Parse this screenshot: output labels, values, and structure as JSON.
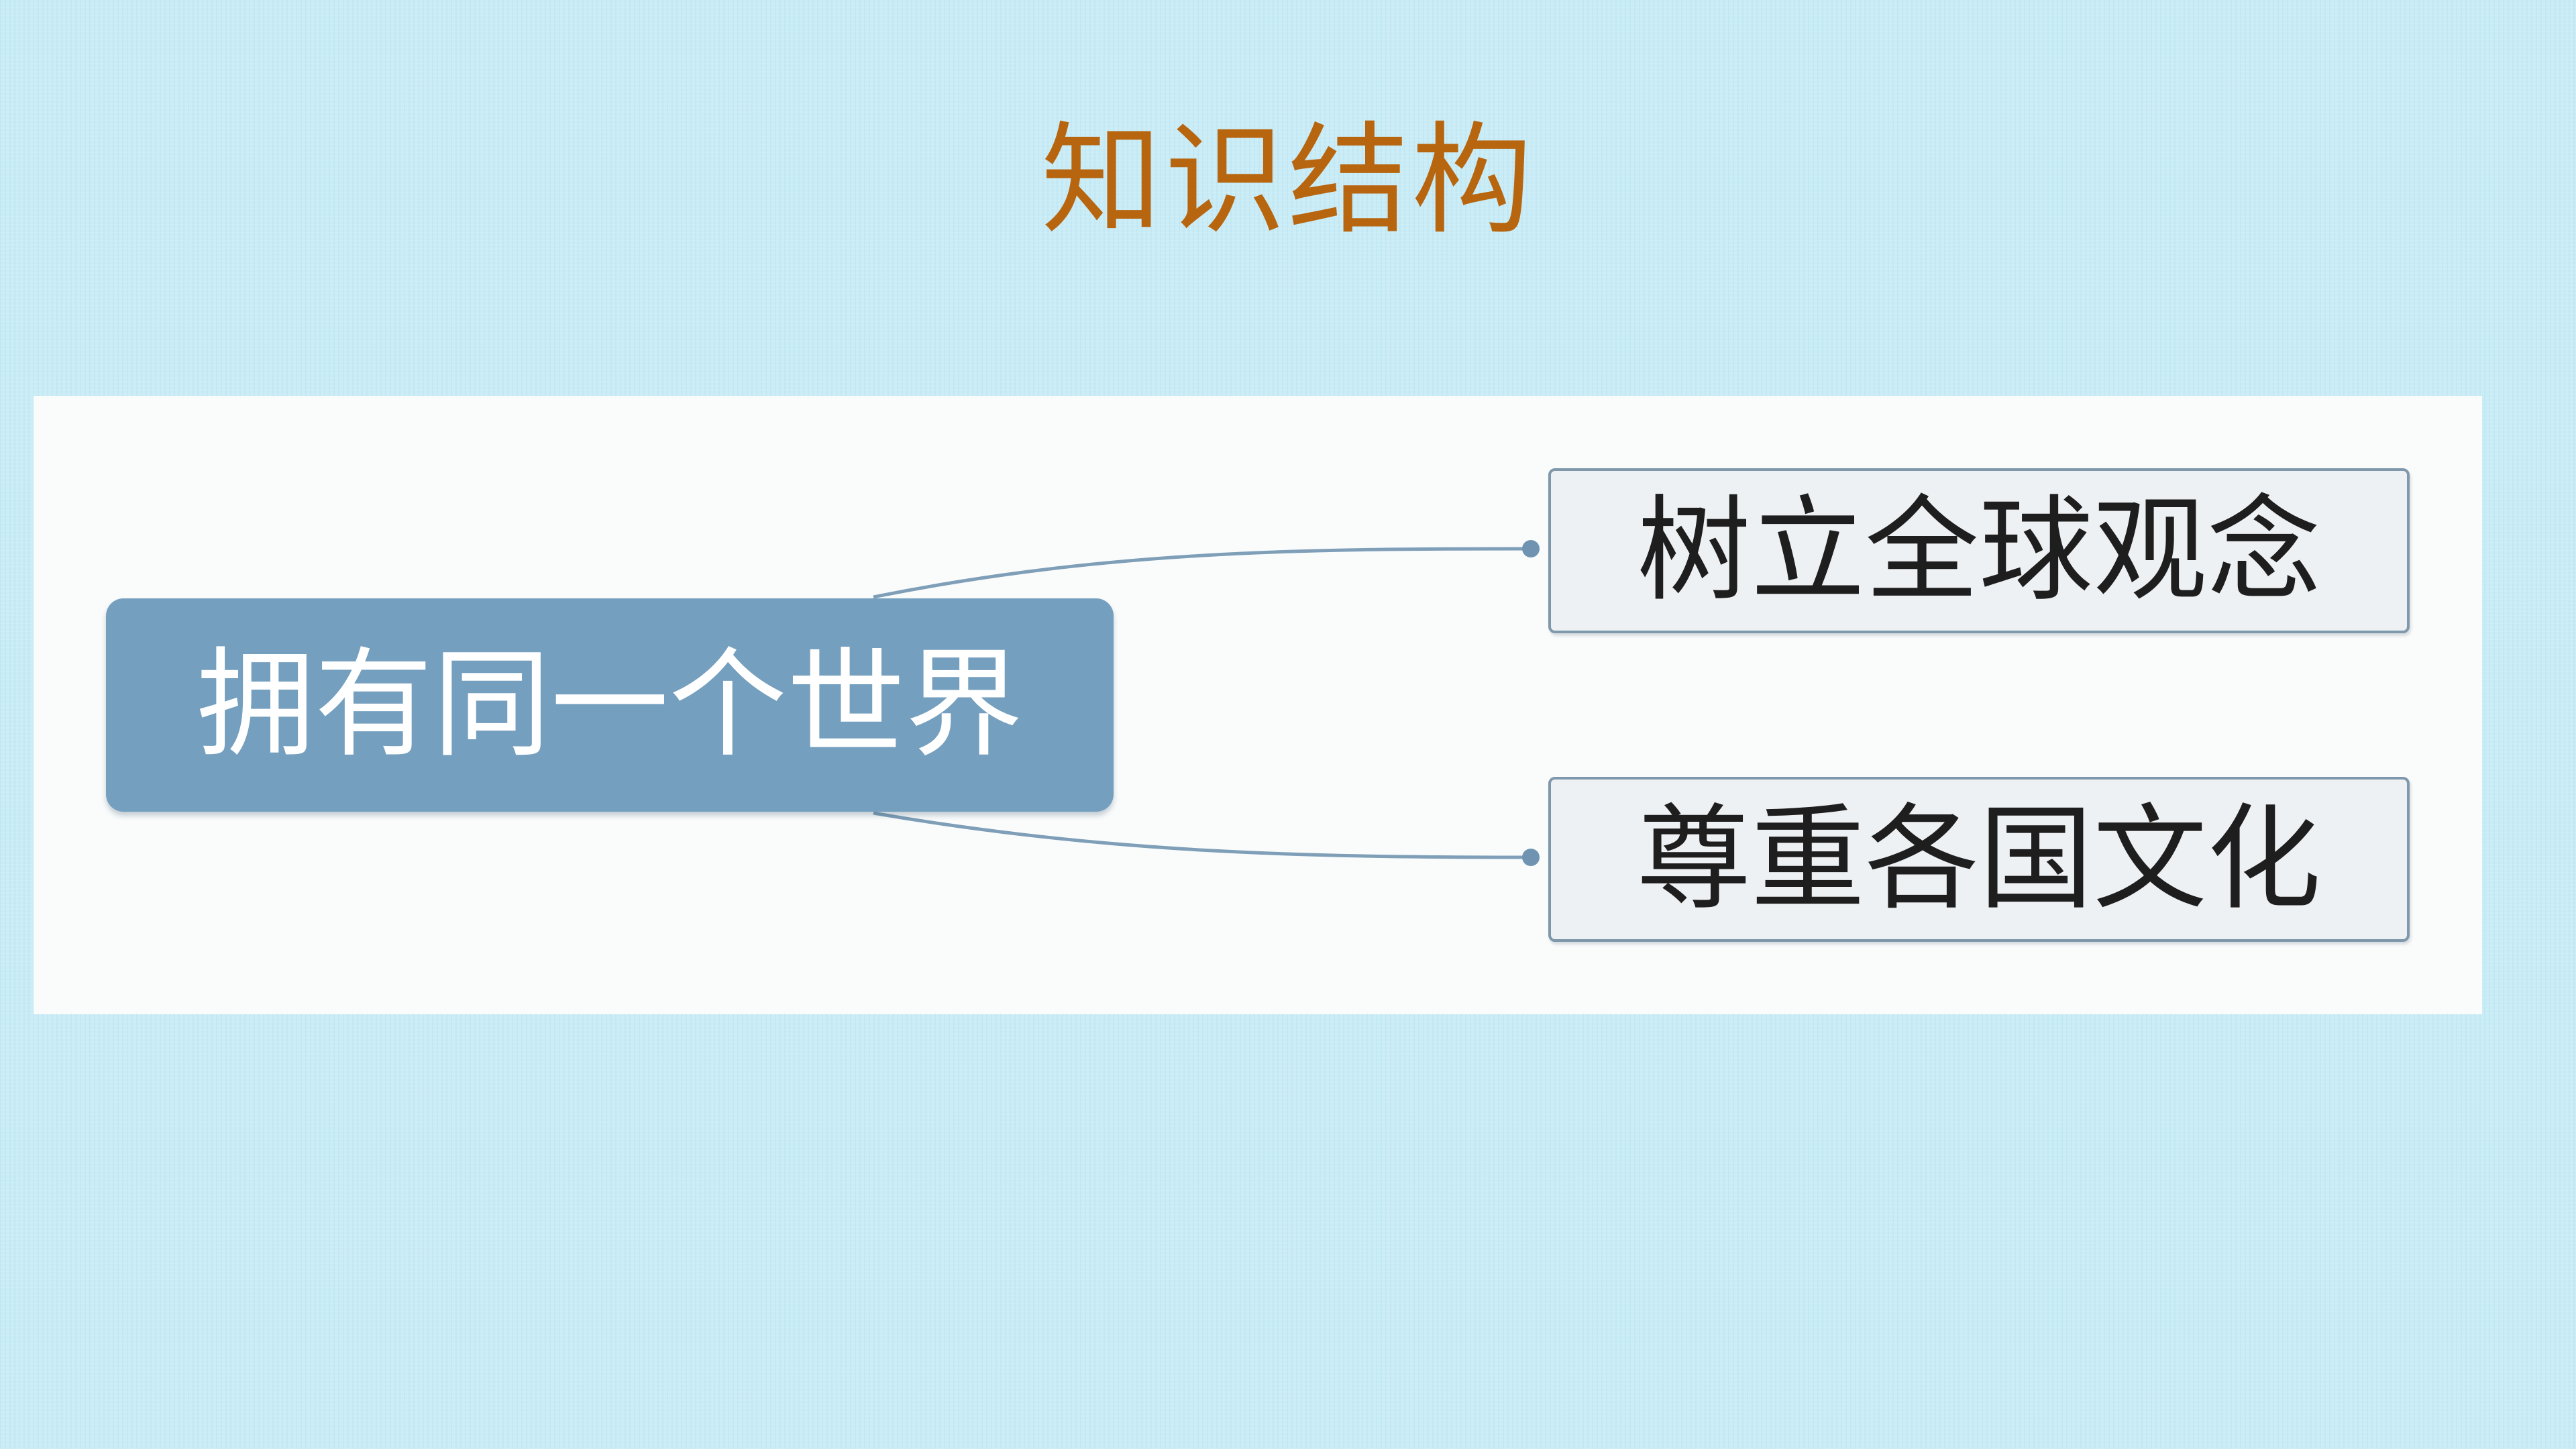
{
  "title": "知识结构",
  "mindmap": {
    "root": {
      "label": "拥有同一个世界"
    },
    "branches": [
      {
        "label": "树立全球观念"
      },
      {
        "label": "尊重各国文化"
      }
    ]
  },
  "colors": {
    "background": "#c9ecf6",
    "title": "#b8650f",
    "root_fill": "#749fbf",
    "branch_fill": "#eef1f3",
    "branch_border": "#7f98ab",
    "connector": "#7f9fb8"
  }
}
